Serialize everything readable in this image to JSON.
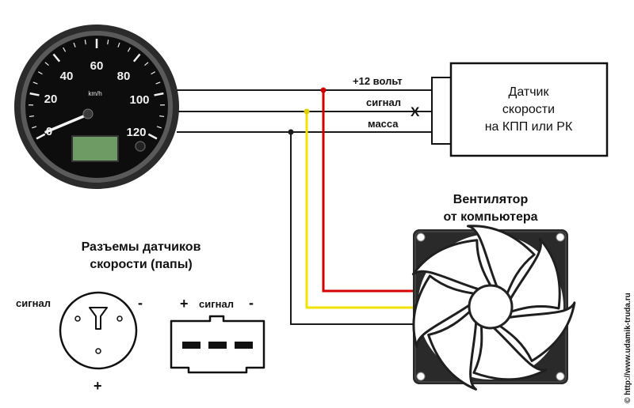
{
  "speedometer": {
    "unit": "km/h",
    "ticks": [
      "0",
      "20",
      "40",
      "60",
      "80",
      "100",
      "120"
    ]
  },
  "wires": {
    "plus12": "+12 вольт",
    "signal": "сигнал",
    "ground": "масса",
    "break_mark": "X"
  },
  "sensor_box": {
    "line1": "Датчик",
    "line2": "скорости",
    "line3": "на КПП или РК"
  },
  "fan": {
    "line1": "Вентилятор",
    "line2": "от компьютера"
  },
  "connectors": {
    "title_line1": "Разъемы датчиков",
    "title_line2": "скорости (папы)",
    "round": {
      "signal": "сигнал",
      "minus": "-",
      "plus": "+"
    },
    "rect": {
      "plus": "+",
      "signal": "сигнал",
      "minus": "-"
    }
  },
  "watermark": "© http://www.udamik-truda.ru",
  "colors": {
    "wire_black": "#1a1a1a",
    "wire_red": "#d40000",
    "wire_yellow": "#f2e200",
    "gauge_face": "#0d0d0d",
    "lcd": "#6e9a64"
  }
}
